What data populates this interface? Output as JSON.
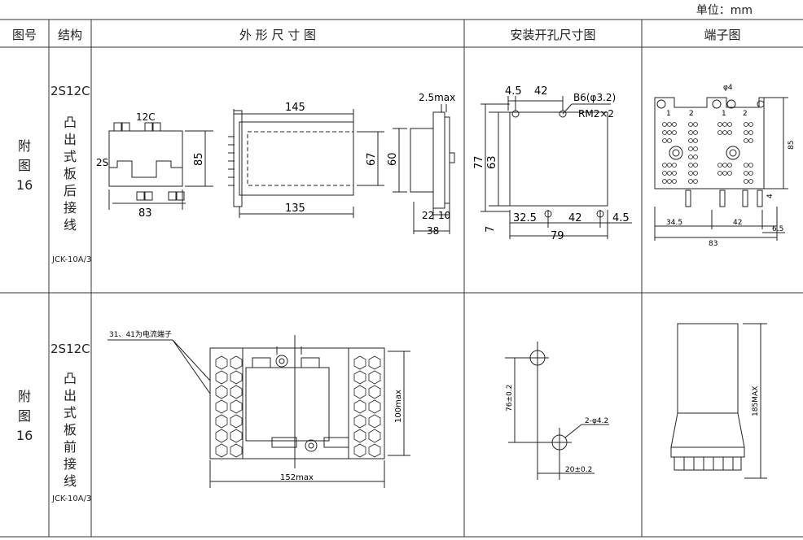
{
  "unit_label": "单位：mm",
  "headers": {
    "fig_no": "图号",
    "structure": "结构",
    "outline": "外 形 尺 寸 图",
    "cutout": "安装开孔尺寸图",
    "terminal": "端子图"
  },
  "rows": [
    {
      "fig_chars": [
        "附",
        "图",
        "16"
      ],
      "code": "2S12C",
      "struct_chars": [
        "凸",
        "出",
        "式",
        "板",
        "后",
        "接",
        "线"
      ],
      "model": "JCK-10A/3",
      "outline": {
        "d12c": "12C",
        "d2s": "2S",
        "d85": "85",
        "d83": "83",
        "d145": "145",
        "d135": "135",
        "d67": "67",
        "d60": "60",
        "d25": "2.5max",
        "d22": "22",
        "d10": "10",
        "d38": "38"
      },
      "cutout": {
        "d45a": "4.5",
        "d42a": "42",
        "b6": "B6(φ3.2)",
        "rm": "RM2×2",
        "d77": "77",
        "d63": "63",
        "d7": "7",
        "d325": "32.5",
        "d42b": "42",
        "d45b": "4.5",
        "d79": "79"
      },
      "terminal": {
        "phi4": "φ4",
        "n1": "1",
        "n2": "2",
        "n1b": "1",
        "n2b": "2",
        "d85": "85",
        "d345": "34.5",
        "d42": "42",
        "d65": "6.5",
        "d83": "83",
        "d4": "4"
      }
    },
    {
      "fig_chars": [
        "附",
        "图",
        "16"
      ],
      "code": "2S12C",
      "struct_chars": [
        "凸",
        "出",
        "式",
        "板",
        "前",
        "接",
        "线"
      ],
      "model": "JCK-10A/3",
      "outline": {
        "note": "31、41为电流端子",
        "d100": "100max",
        "d152": "152max"
      },
      "cutout": {
        "d76": "76±0.2",
        "phi42": "2-φ4.2",
        "d20": "20±0.2"
      },
      "terminal": {
        "d185": "185MAX"
      }
    }
  ]
}
